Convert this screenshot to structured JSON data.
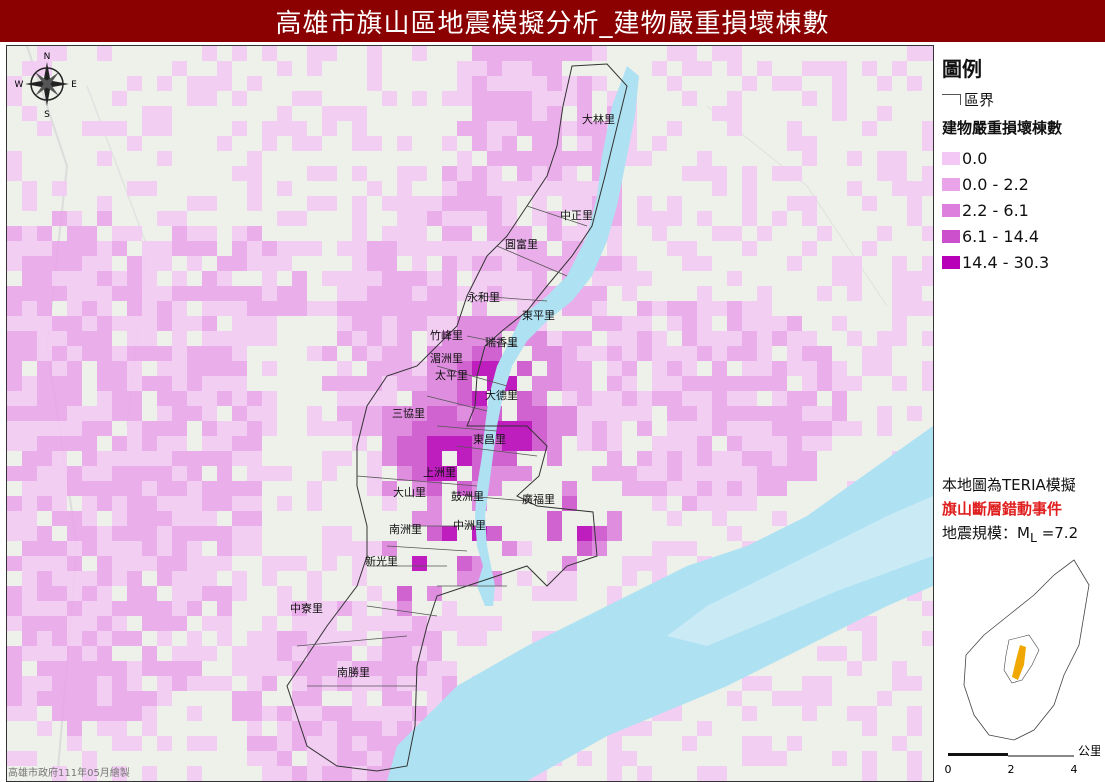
{
  "title": "高雄市旗山區地震模擬分析_建物嚴重損壞棟數",
  "legend": {
    "title": "圖例",
    "boundary_label": "區界",
    "subtitle": "建物嚴重損壞棟數",
    "classes": [
      {
        "label": "0.0",
        "color": "#f4c8f4"
      },
      {
        "label": "0.0 - 2.2",
        "color": "#e9a4e9"
      },
      {
        "label": "2.2 - 6.1",
        "color": "#dd7fdd"
      },
      {
        "label": "6.1 - 14.4",
        "color": "#cc4fcc"
      },
      {
        "label": "14.4 - 30.3",
        "color": "#b800b8"
      }
    ]
  },
  "note": {
    "line1": "本地圖為TERIA模擬",
    "line2": "旗山斷層錯動事件",
    "line3_prefix": "地震規模：M",
    "line3_sub": "L",
    "line3_suffix": " =7.2"
  },
  "scalebar": {
    "unit": "公里",
    "ticks": [
      "0",
      "2",
      "4"
    ]
  },
  "credit": "高雄市政府111年05月繪製",
  "compass": {
    "n": "N",
    "s": "S",
    "e": "E",
    "w": "W"
  },
  "villages": [
    "大林里",
    "中正里",
    "圓富里",
    "永和里",
    "東平里",
    "竹峰里",
    "湄洲里",
    "瑞香里",
    "太平里",
    "大德里",
    "三協里",
    "東昌里",
    "上洲里",
    "大山里",
    "鼓洲里",
    "廣福里",
    "南洲里",
    "中洲里",
    "新光里",
    "中寮里",
    "南勝里"
  ],
  "colors": {
    "title_bg": "#8b0000",
    "river": "#aee1f2",
    "terrain": "#eef0ea",
    "inset_highlight": "#f0a800"
  }
}
